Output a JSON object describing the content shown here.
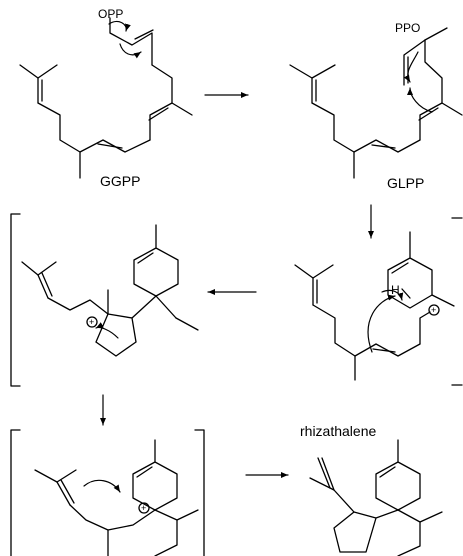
{
  "title": "",
  "compounds": {
    "ggpp": {
      "name": "GGPP",
      "group": "OPP"
    },
    "glpp": {
      "name": "GLPP",
      "group": "PPO"
    },
    "cation1": {
      "atom": "H",
      "charge": "+"
    },
    "cation2": {
      "charge": "+"
    },
    "cation3": {
      "charge": "+"
    },
    "product": {
      "name": "rhizathalene"
    }
  }
}
